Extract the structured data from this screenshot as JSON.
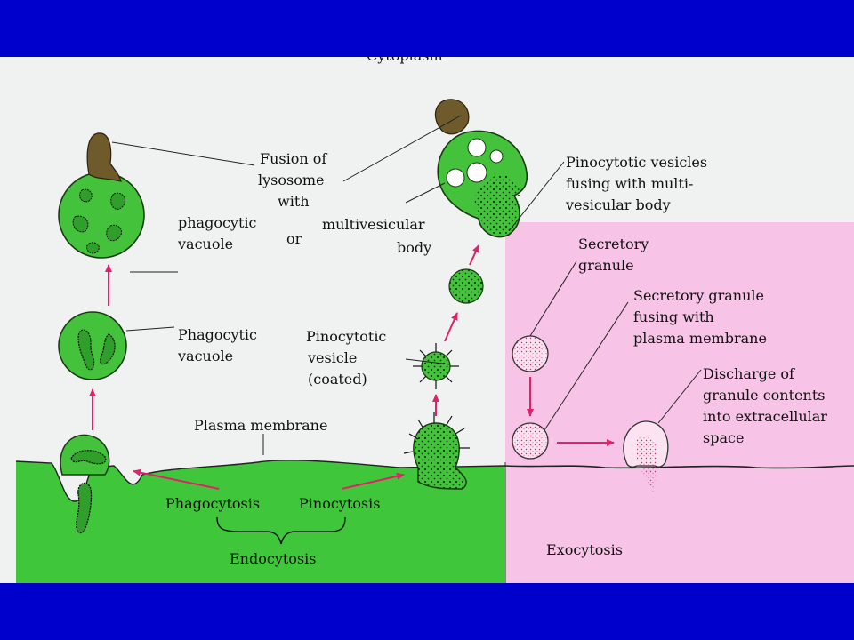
{
  "colors": {
    "frame": "#0000cc",
    "paper": "#eff2f0",
    "cytoplasm_green": "#3fc63a",
    "cell_green": "#44c23c",
    "extracellular_pink": "#f7c4e8",
    "arrow_magenta": "#e0226a",
    "lysosome_brown": "#6e5a2a"
  },
  "labels": {
    "cytoplasm": "Cytoplasm",
    "fusion": [
      "Fusion of",
      "lysosome",
      "with"
    ],
    "phagocytic_vacuole_lower": [
      "phagocytic",
      "vacuole"
    ],
    "or": "or",
    "multivesicular_body": [
      "multivesicular",
      "body"
    ],
    "pinocytotic_fusing": [
      "Pinocytotic vesicles",
      "fusing with multi-",
      "vesicular body"
    ],
    "secretory_granule": [
      "Secretory",
      "granule"
    ],
    "secretory_fusing": [
      "Secretory granule",
      "fusing with",
      "plasma membrane"
    ],
    "phagocytic_vacuole_upper": [
      "Phagocytic",
      "vacuole"
    ],
    "pinocytotic_vesicle": [
      "Pinocytotic",
      "vesicle",
      "(coated)"
    ],
    "discharge": [
      "Discharge of",
      "granule contents",
      "into extracellular",
      "space"
    ],
    "plasma_membrane": "Plasma membrane",
    "phagocytosis": "Phagocytosis",
    "pinocytosis": "Pinocytosis",
    "endocytosis": "Endocytosis",
    "exocytosis": "Exocytosis"
  }
}
